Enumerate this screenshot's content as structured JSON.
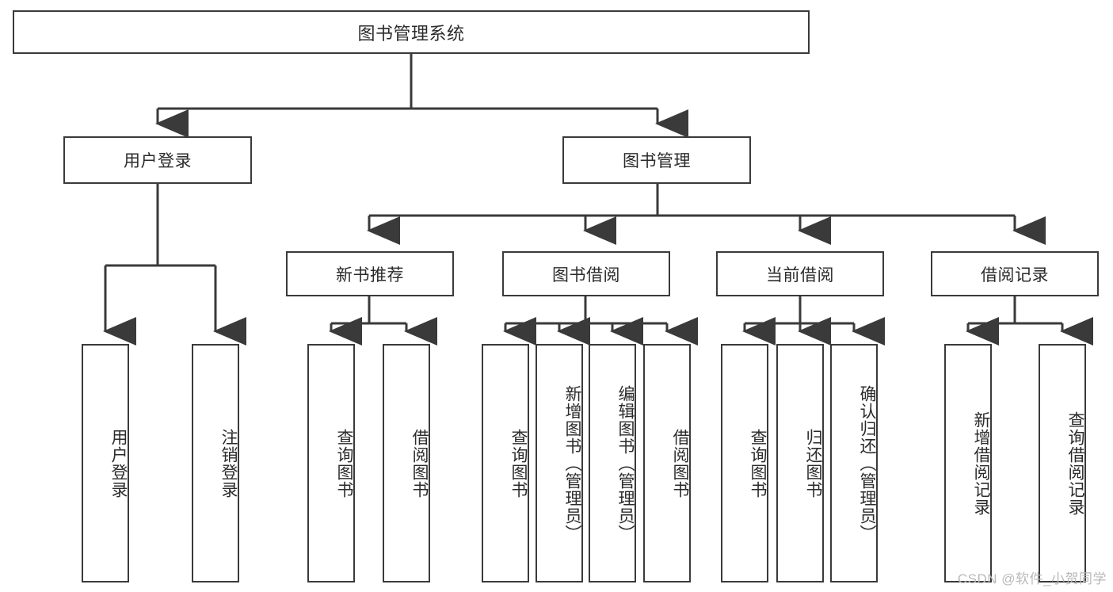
{
  "diagram": {
    "title": "图书管理系统",
    "type": "tree",
    "root": {
      "label": "图书管理系统"
    },
    "level2": [
      {
        "label": "用户登录"
      },
      {
        "label": "图书管理"
      }
    ],
    "level3": [
      {
        "label": "新书推荐"
      },
      {
        "label": "图书借阅"
      },
      {
        "label": "当前借阅"
      },
      {
        "label": "借阅记录"
      }
    ],
    "leaves": {
      "user_login": [
        {
          "label": "用户登录"
        },
        {
          "label": "注销登录"
        }
      ],
      "new_book_recommend": [
        {
          "label": "查询图书"
        },
        {
          "label": "借阅图书"
        }
      ],
      "book_borrow": [
        {
          "label": "查询图书"
        },
        {
          "label": "新增图书（管理员）"
        },
        {
          "label": "编辑图书（管理员）"
        },
        {
          "label": "借阅图书"
        }
      ],
      "current_borrow": [
        {
          "label": "查询图书"
        },
        {
          "label": "归还图书"
        },
        {
          "label": "确认归还（管理员）"
        }
      ],
      "borrow_record": [
        {
          "label": "新增借阅记录"
        },
        {
          "label": "查询借阅记录"
        }
      ]
    }
  },
  "watermark": {
    "text": "CSDN @软件_小贺同学"
  },
  "colors": {
    "stroke": "#3a3a3a",
    "text": "#2b2b2b",
    "background": "#ffffff",
    "watermark": "#b9b9b9"
  }
}
